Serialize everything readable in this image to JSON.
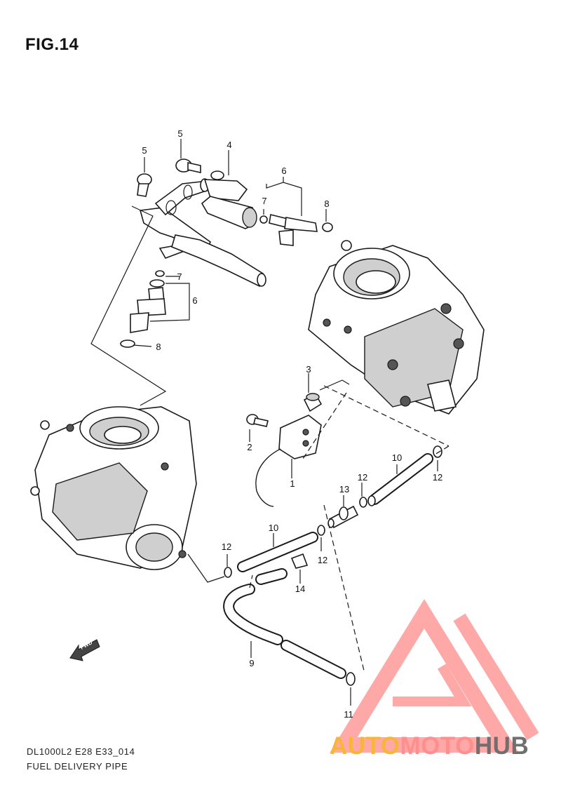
{
  "figure": {
    "title": "FIG.14",
    "code": "DL1000L2 E28 E33_014",
    "caption": "FUEL DELIVERY PIPE"
  },
  "callouts": [
    {
      "id": "c5a",
      "label": "5"
    },
    {
      "id": "c5b",
      "label": "5"
    },
    {
      "id": "c4",
      "label": "4"
    },
    {
      "id": "c6a",
      "label": "6"
    },
    {
      "id": "c7a",
      "label": "7"
    },
    {
      "id": "c8a",
      "label": "8"
    },
    {
      "id": "c7b",
      "label": "7"
    },
    {
      "id": "c6b",
      "label": "6"
    },
    {
      "id": "c8b",
      "label": "8"
    },
    {
      "id": "c3",
      "label": "3"
    },
    {
      "id": "c2",
      "label": "2"
    },
    {
      "id": "c1",
      "label": "1"
    },
    {
      "id": "c10a",
      "label": "10"
    },
    {
      "id": "c12a",
      "label": "12"
    },
    {
      "id": "c12b",
      "label": "12"
    },
    {
      "id": "c13",
      "label": "13"
    },
    {
      "id": "c10b",
      "label": "10"
    },
    {
      "id": "c12c",
      "label": "12"
    },
    {
      "id": "c12d",
      "label": "12"
    },
    {
      "id": "c14",
      "label": "14"
    },
    {
      "id": "c9",
      "label": "9"
    },
    {
      "id": "c11",
      "label": "11"
    }
  ],
  "fwd_label": "FWD",
  "watermark": {
    "part1": "AUTO",
    "part2": "MOTO",
    "part3": "HUB",
    "colors": {
      "auto": "#f5b63b",
      "moto": "#ff8f8f",
      "hub": "#6f6f6f"
    }
  }
}
